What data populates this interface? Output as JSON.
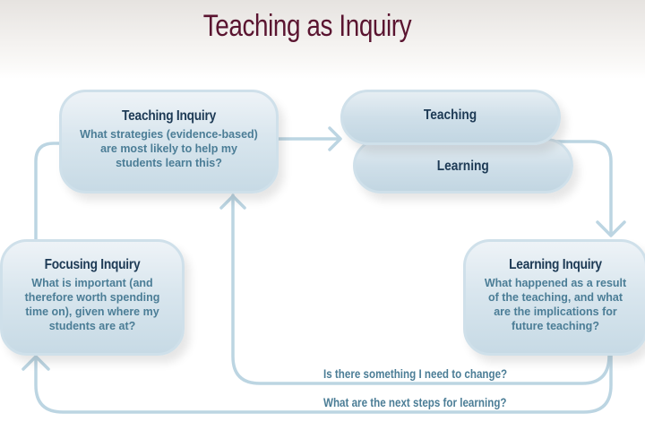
{
  "title": "Teaching as Inquiry",
  "colors": {
    "title": "#5a1430",
    "heading": "#1d3a55",
    "body_text": "#4b7d96",
    "connector": "#bcd5e2",
    "box_fill": "#d9e6ee"
  },
  "nodes": {
    "teaching_inquiry": {
      "heading": "Teaching Inquiry",
      "body": "What strategies (evidence-based) are most likely to help my students learn this?"
    },
    "focusing_inquiry": {
      "heading": "Focusing Inquiry",
      "body": "What is important (and therefore worth spending time on), given where my students are at?"
    },
    "learning_inquiry": {
      "heading": "Learning Inquiry",
      "body": "What happened as a result of the teaching, and what are the implications for future teaching?"
    },
    "teaching": {
      "label": "Teaching"
    },
    "learning": {
      "label": "Learning"
    }
  },
  "loops": {
    "change": "Is there something I need to change?",
    "next_steps": "What are the next steps for learning?"
  }
}
